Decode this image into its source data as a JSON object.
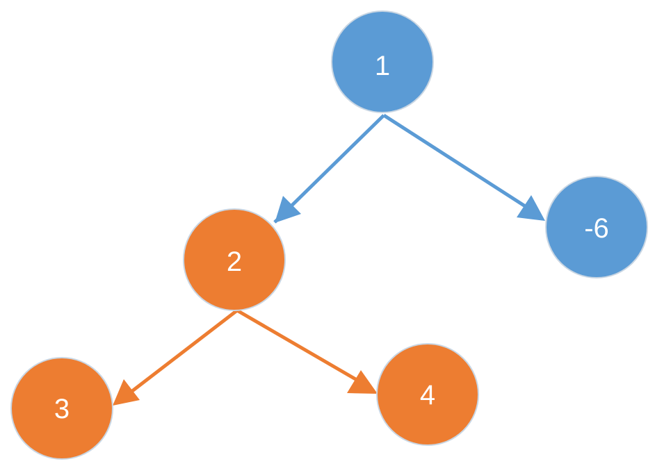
{
  "colors": {
    "blue": "#5b9bd5",
    "orange": "#ed7d31",
    "node_outline": "#c9d6e3"
  },
  "nodes": {
    "n1": {
      "label": "1",
      "color": "blue"
    },
    "n2": {
      "label": "2",
      "color": "orange"
    },
    "n6": {
      "label": "-6",
      "color": "blue"
    },
    "n3": {
      "label": "3",
      "color": "orange"
    },
    "n4": {
      "label": "4",
      "color": "orange"
    }
  },
  "edges": [
    {
      "from": "1",
      "to": "2",
      "color": "blue"
    },
    {
      "from": "1",
      "to": "-6",
      "color": "blue"
    },
    {
      "from": "2",
      "to": "3",
      "color": "orange"
    },
    {
      "from": "2",
      "to": "4",
      "color": "orange"
    }
  ]
}
